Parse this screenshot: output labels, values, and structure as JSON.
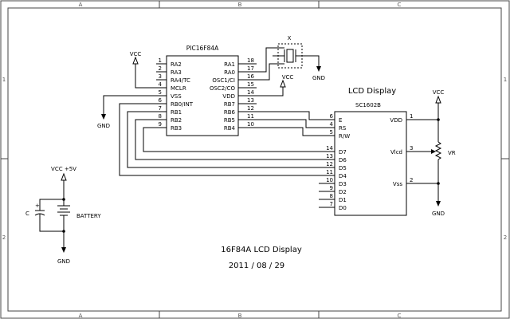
{
  "border": {
    "columns": [
      "A",
      "B",
      "C"
    ],
    "rows": [
      "1",
      "2"
    ]
  },
  "pic": {
    "name": "PIC16F84A",
    "left_pins": [
      {
        "num": "1",
        "name": "RA2"
      },
      {
        "num": "2",
        "name": "RA3"
      },
      {
        "num": "3",
        "name": "RA4/TC"
      },
      {
        "num": "4",
        "name": "MCLR"
      },
      {
        "num": "5",
        "name": "VSS"
      },
      {
        "num": "6",
        "name": "RB0/INT"
      },
      {
        "num": "7",
        "name": "RB1"
      },
      {
        "num": "8",
        "name": "RB2"
      },
      {
        "num": "9",
        "name": "RB3"
      }
    ],
    "right_pins": [
      {
        "num": "18",
        "name": "RA1"
      },
      {
        "num": "17",
        "name": "RA0"
      },
      {
        "num": "16",
        "name": "OSC1/CI"
      },
      {
        "num": "15",
        "name": "OSC2/CO"
      },
      {
        "num": "14",
        "name": "VDD"
      },
      {
        "num": "13",
        "name": "RB7"
      },
      {
        "num": "12",
        "name": "RB6"
      },
      {
        "num": "11",
        "name": "RB5"
      },
      {
        "num": "10",
        "name": "RB4"
      }
    ]
  },
  "lcd": {
    "heading": "LCD Display",
    "name": "SC1602B",
    "left_pins": [
      {
        "num": "6",
        "name": "E"
      },
      {
        "num": "4",
        "name": "RS"
      },
      {
        "num": "5",
        "name": "R/W"
      },
      {
        "num": "14",
        "name": "D7"
      },
      {
        "num": "13",
        "name": "D6"
      },
      {
        "num": "12",
        "name": "D5"
      },
      {
        "num": "11",
        "name": "D4"
      },
      {
        "num": "10",
        "name": "D3"
      },
      {
        "num": "9",
        "name": "D2"
      },
      {
        "num": "8",
        "name": "D1"
      },
      {
        "num": "7",
        "name": "D0"
      }
    ],
    "right_pins": [
      {
        "num": "1",
        "name": "VDD"
      },
      {
        "num": "3",
        "name": "Vlcd"
      },
      {
        "num": "2",
        "name": "Vss"
      }
    ]
  },
  "crystal": {
    "label": "X"
  },
  "resistor": {
    "label": "VR"
  },
  "battery": {
    "label": "BATTERY",
    "cap_label": "C",
    "plus": "+",
    "supply": "VCC +5V"
  },
  "power": {
    "vcc": "VCC",
    "gnd": "GND"
  },
  "title": {
    "name": "16F84A LCD Display",
    "date": "2011 / 08 / 29"
  }
}
